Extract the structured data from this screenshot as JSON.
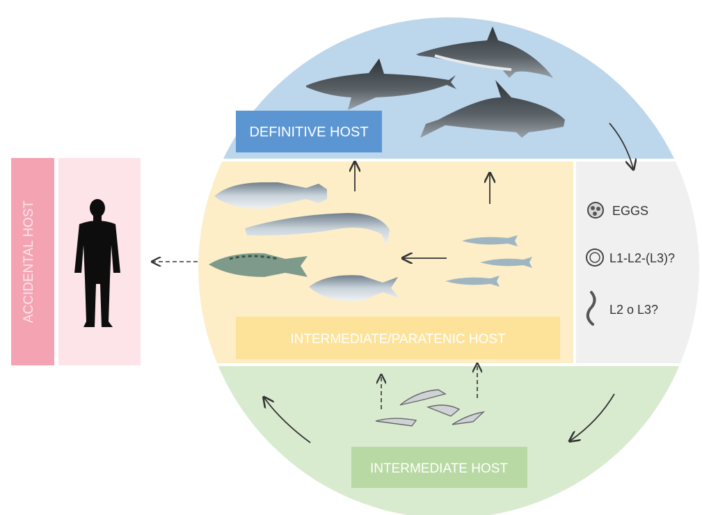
{
  "definitive_host": {
    "label": "DEFINITIVE HOST"
  },
  "intermediate_paratenic_host": {
    "label": "INTERMEDIATE/PARATENIC HOST"
  },
  "intermediate_host": {
    "label": "INTERMEDIATE HOST"
  },
  "accidental_host": {
    "label": "ACCIDENTAL HOST"
  },
  "stages": [
    {
      "label": "EGGS",
      "icon": "egg-icon"
    },
    {
      "label": "L1-L2-(L3)?",
      "icon": "larva-ring-icon"
    },
    {
      "label": "L2 o L3?",
      "icon": "larva-worm-icon"
    }
  ],
  "colors": {
    "definitive": "#bcd6ec",
    "definitive_label_bg": "#5b96d3",
    "paratenic": "#fdeec8",
    "paratenic_label_bg": "#fde39a",
    "intermediate": "#d9ebcf",
    "intermediate_label_bg": "#b8d9a3",
    "stages_bg": "#f0f0f0",
    "accidental_bar": "#f4a3b3",
    "accidental_panel": "#fde4e8"
  }
}
